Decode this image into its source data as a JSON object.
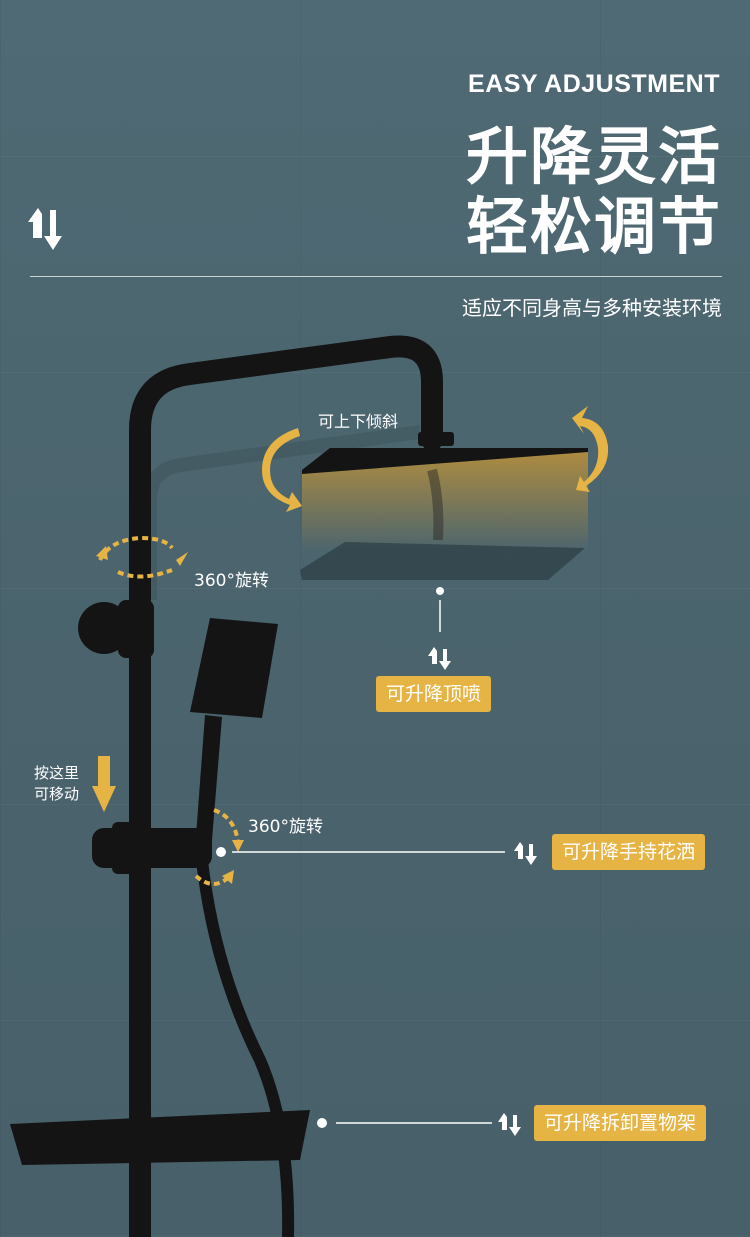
{
  "header": {
    "subtitle_en": "EASY ADJUSTMENT",
    "title_line1": "升降灵活",
    "title_line2": "轻松调节",
    "description": "适应不同身高与多种安装环境"
  },
  "annotations": {
    "tilt_label": "可上下倾斜",
    "rotate_top_label": "360°旋转",
    "top_spray_badge": "可升降顶喷",
    "press_hint_line1": "按这里",
    "press_hint_line2": "可移动",
    "rotate_handheld_label": "360°旋转",
    "handheld_badge": "可升降手持花洒",
    "shelf_badge": "可升降拆卸置物架"
  },
  "colors": {
    "background": "#4d6670",
    "accent": "#e6b444",
    "fixture": "#141414",
    "text": "#ffffff"
  },
  "icons": [
    "up-down-arrows-icon",
    "rotate-arrows-icon",
    "tilt-arrow-icon",
    "down-arrow-icon"
  ]
}
